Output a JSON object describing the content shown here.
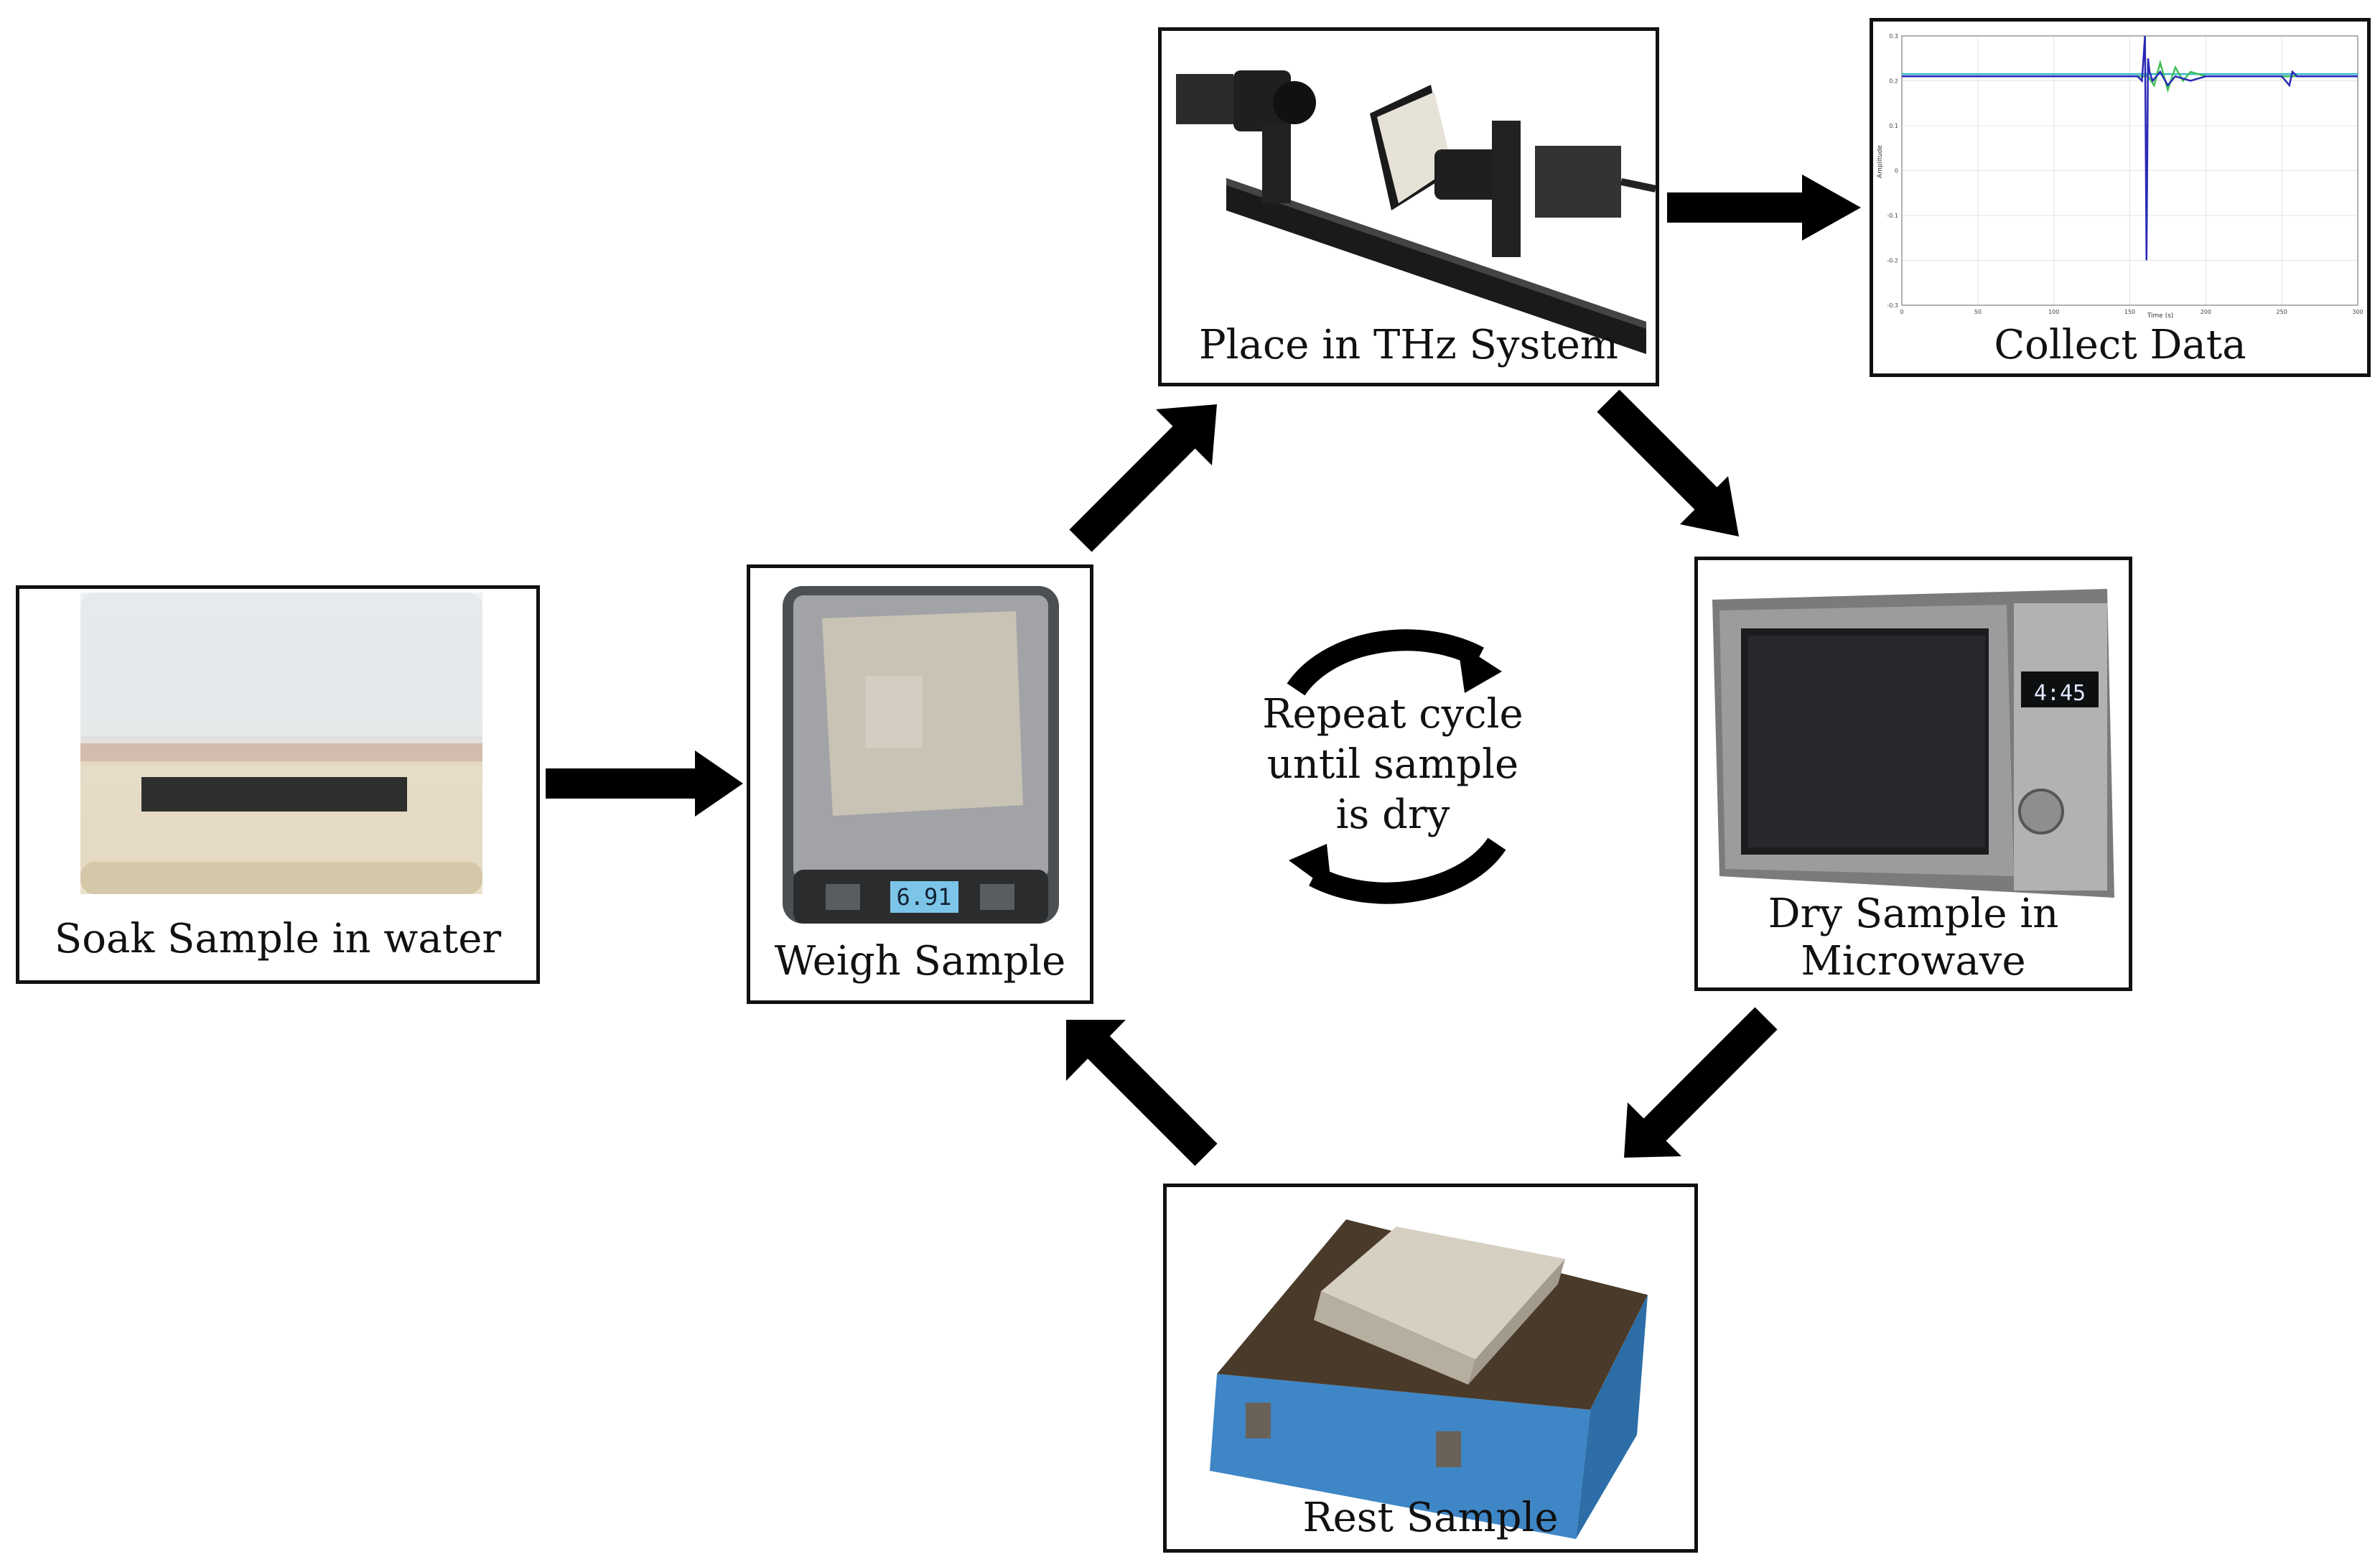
{
  "steps": {
    "soak": "Soak Sample in water",
    "weigh": "Weigh Sample",
    "thz": "Place in THz System",
    "collect": "Collect Data",
    "dry_line1": "Dry Sample in",
    "dry_line2": "Microwave",
    "rest": "Rest Sample"
  },
  "center_note": {
    "line1": "Repeat cycle",
    "line2": "until sample",
    "line3": "is dry"
  },
  "photo_text": {
    "scale_display": "6.91",
    "microwave_display": "4:45"
  },
  "chart_data": {
    "type": "line",
    "title": "",
    "xlabel": "Time (s)",
    "ylabel": "Amplitude",
    "xlim": [
      0,
      300
    ],
    "ylim": [
      -0.3,
      0.3
    ],
    "xticks": [
      0,
      50,
      100,
      150,
      200,
      250,
      300
    ],
    "yticks": [
      0.3,
      0.2,
      0.1,
      0,
      -0.1,
      -0.2,
      -0.3
    ],
    "x_tick_labels": [
      "0",
      "50",
      "100",
      "150",
      "200",
      "250",
      "300"
    ],
    "y_tick_labels": [
      "0.3",
      "0.2",
      "0.1",
      "0",
      "-0.1",
      "-0.2",
      "-0.3"
    ],
    "grid": true,
    "series": [
      {
        "color": "#2a2ab5",
        "x": [
          0,
          155,
          158,
          160,
          161,
          162,
          163,
          165,
          170,
          175,
          180,
          190,
          200,
          220,
          250,
          255,
          257,
          260,
          300
        ],
        "y": [
          0.21,
          0.21,
          0.2,
          0.3,
          -0.2,
          0.25,
          0.22,
          0.2,
          0.22,
          0.19,
          0.21,
          0.2,
          0.21,
          0.21,
          0.21,
          0.19,
          0.22,
          0.21,
          0.21
        ]
      },
      {
        "color": "#3fbf5a",
        "x": [
          0,
          162,
          166,
          170,
          175,
          180,
          185,
          190,
          200,
          300
        ],
        "y": [
          0.21,
          0.21,
          0.19,
          0.24,
          0.18,
          0.23,
          0.2,
          0.22,
          0.21,
          0.21
        ]
      },
      {
        "color": "#38b8c8",
        "x": [
          0,
          300
        ],
        "y": [
          0.215,
          0.215
        ]
      }
    ]
  },
  "colors": {
    "border": "#111111",
    "arrow": "#000000",
    "rest_box": "#3e86c6"
  }
}
